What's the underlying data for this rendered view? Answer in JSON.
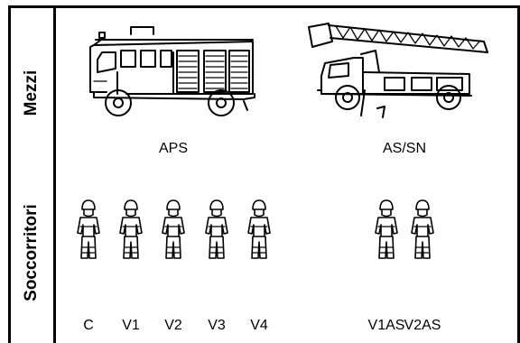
{
  "rows": {
    "vehicles": "Mezzi",
    "rescuers": "Soccorritori"
  },
  "vehicles": [
    {
      "label": "APS"
    },
    {
      "label": "AS/SN"
    }
  ],
  "rescuers": [
    {
      "label": "C"
    },
    {
      "label": "V1"
    },
    {
      "label": "V2"
    },
    {
      "label": "V3"
    },
    {
      "label": "V4"
    },
    {
      "label": "V1AS"
    },
    {
      "label": "V2AS"
    }
  ]
}
